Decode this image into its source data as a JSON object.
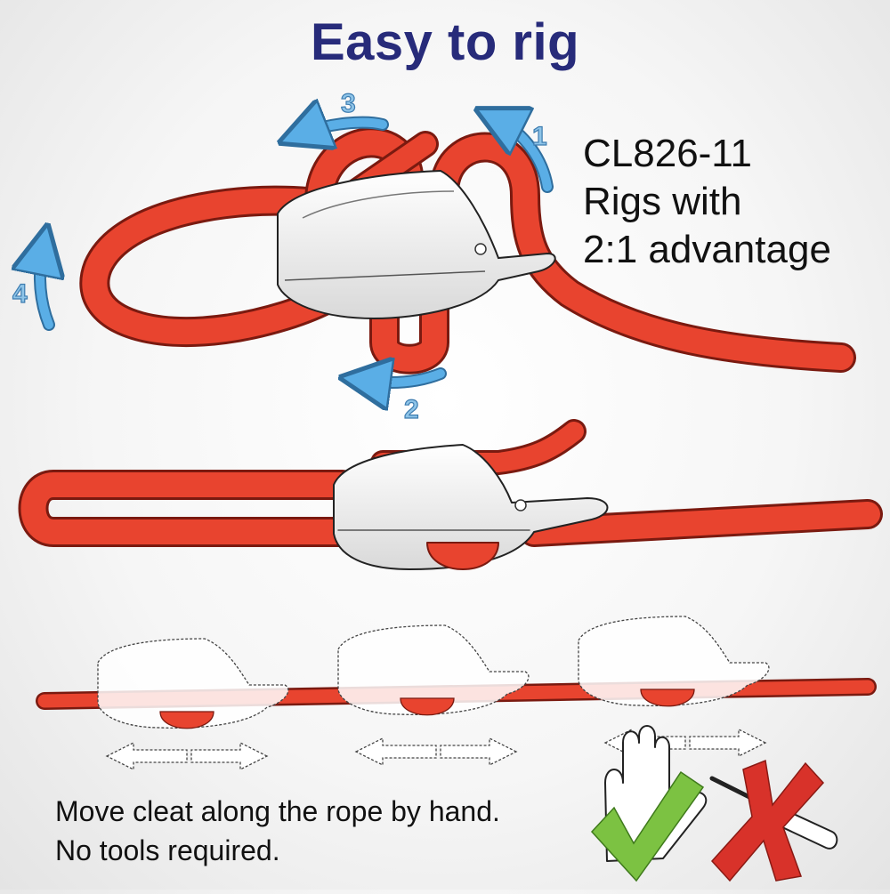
{
  "title": "Easy to rig",
  "product": {
    "model": "CL826-11",
    "line2": "Rigs with",
    "line3": "2:1 advantage"
  },
  "steps": [
    "1",
    "2",
    "3",
    "4"
  ],
  "caption": {
    "line1": "Move cleat along the rope by hand.",
    "line2": "No tools required."
  },
  "colors": {
    "title": "#272b7a",
    "rope": "#e8442f",
    "arrow": "#5aaee6",
    "check": "#7cc242",
    "cross": "#d8322a"
  },
  "icons": {
    "correct": "check-mark-icon",
    "wrong": "cross-mark-icon",
    "hand": "hand-icon",
    "tool": "screwdriver-icon"
  }
}
